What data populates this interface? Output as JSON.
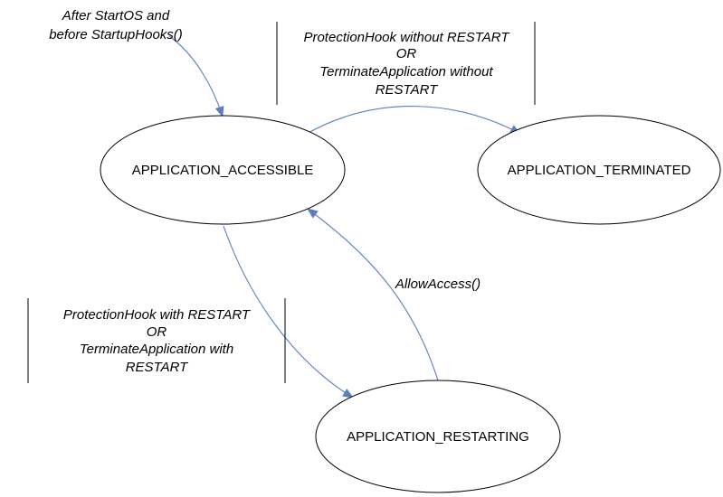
{
  "states": {
    "accessible": {
      "label": "APPLICATION_ACCESSIBLE"
    },
    "terminated": {
      "label": "APPLICATION_TERMINATED"
    },
    "restarting": {
      "label": "APPLICATION_RESTARTING"
    }
  },
  "transitions": {
    "initial": {
      "lines": [
        "After StartOS and",
        "before StartupHooks()"
      ]
    },
    "terminate": {
      "lines": [
        "ProtectionHook without RESTART",
        "OR",
        "TerminateApplication without",
        "RESTART"
      ]
    },
    "restart": {
      "lines": [
        "ProtectionHook with RESTART",
        "OR",
        "TerminateApplication with",
        "RESTART"
      ]
    },
    "allow_access": {
      "lines": [
        "AllowAccess()"
      ]
    }
  },
  "colors": {
    "edge": "#5b7fbf",
    "state_border": "#000000",
    "background": "#ffffff"
  }
}
